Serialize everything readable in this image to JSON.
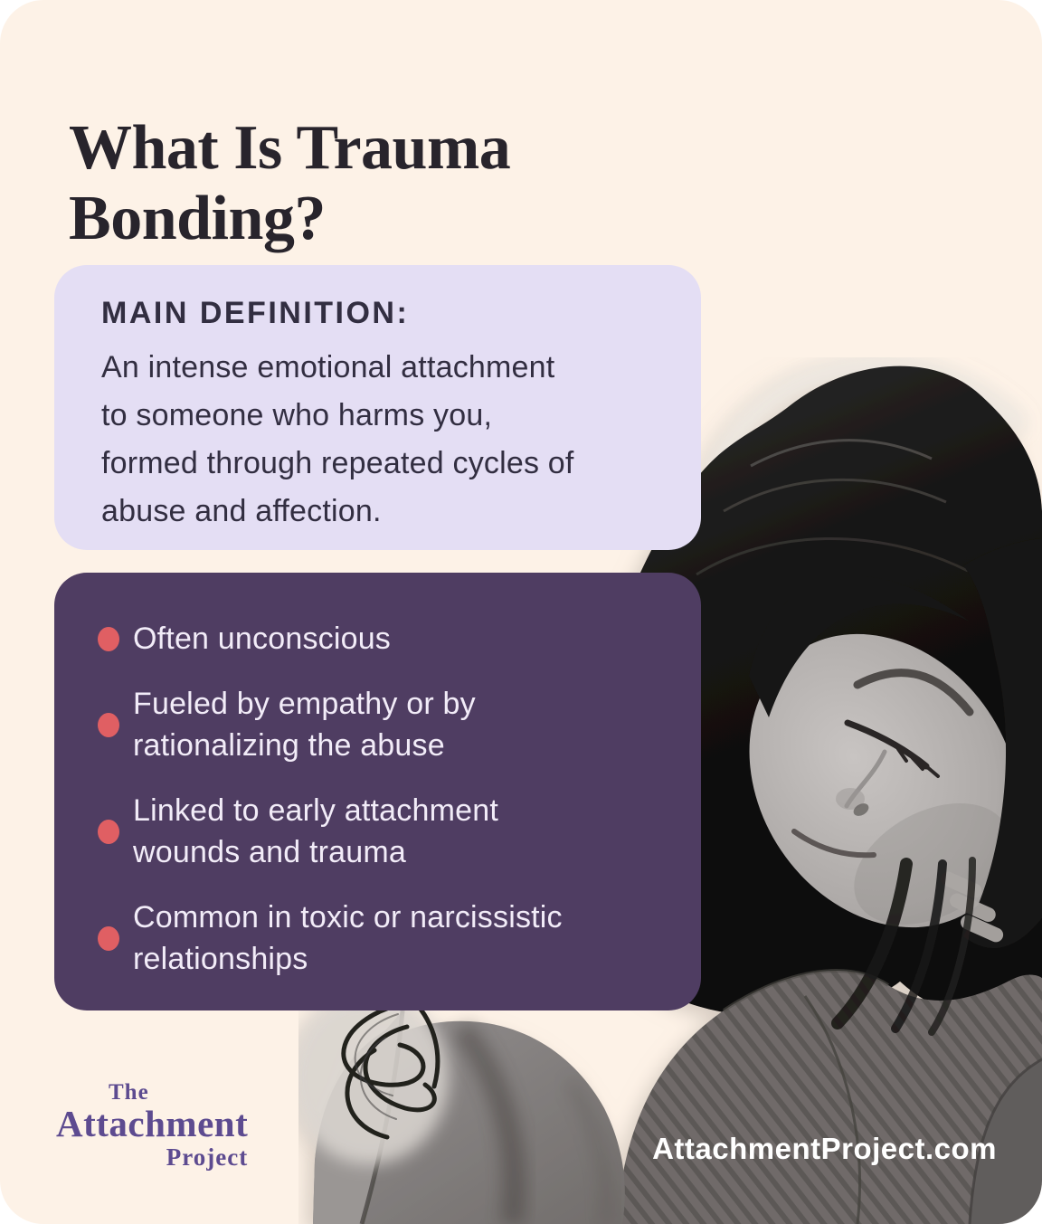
{
  "title": {
    "text": "What Is Trauma\nBonding?"
  },
  "definition_card": {
    "heading": "MAIN DEFINITION:",
    "body": "An intense emotional attachment\nto someone who harms you,\nformed through repeated cycles of\nabuse and affection."
  },
  "traits_card": {
    "items": [
      {
        "label": "Often unconscious"
      },
      {
        "label": "Fueled by empathy or by\nrationalizing the abuse"
      },
      {
        "label": "Linked to early attachment\nwounds and trauma"
      },
      {
        "label": "Common in toxic or narcissistic\nrelationships"
      }
    ]
  },
  "logo": {
    "line1": "The",
    "line2": "Attachment",
    "line3": "Project"
  },
  "footer": {
    "website": "AttachmentProject.com"
  },
  "photo": {
    "name": "grayscale-photo-woman-resting-head-on-shoulder"
  },
  "colors": {
    "card_background": "#fdf2e7",
    "definition_card_background": "#e4def4",
    "traits_card_background": "#4f3d62",
    "bullet": "#e05f63",
    "title_text": "#28242c",
    "definition_text": "#322e41",
    "traits_text": "#f2ecf8",
    "logo_purple": "#5d4b90",
    "footer_text": "#ffffff"
  }
}
